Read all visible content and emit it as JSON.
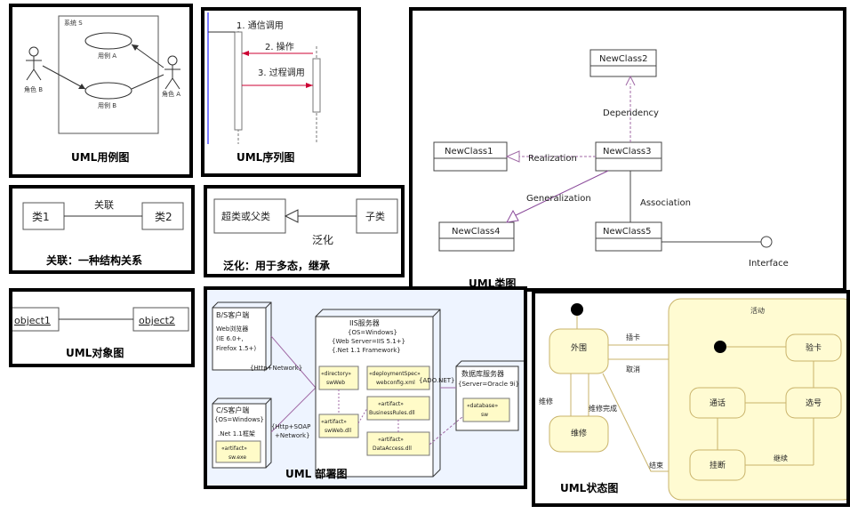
{
  "usecase": {
    "system": "系统 S",
    "case_a": "用例 A",
    "case_b": "用例 B",
    "actor_a": "角色 A",
    "actor_b": "角色 B",
    "caption": "UML用例图"
  },
  "sequence": {
    "msg1": "1. 通信调用",
    "msg2": "2. 操作",
    "msg3": "3. 过程调用",
    "caption": "UML序列图"
  },
  "assoc": {
    "class1": "类1",
    "class2": "类2",
    "label": "关联",
    "caption": "关联：一种结构关系"
  },
  "general": {
    "parent": "超类或父类",
    "child": "子类",
    "label": "泛化",
    "caption": "泛化：用于多态，继承"
  },
  "object": {
    "obj1": "object1",
    "obj2": "object2",
    "caption": "UML对象图"
  },
  "classd": {
    "c2": "NewClass2",
    "c1": "NewClass1",
    "c3": "NewClass3",
    "c4": "NewClass4",
    "c5": "NewClass5",
    "dependency": "Dependency",
    "realization": "Realization",
    "generalization": "Generalization",
    "association": "Association",
    "interface": "Interface",
    "caption": "UML类图"
  },
  "deploy": {
    "bs_title": "B/S客户端",
    "bs_body": [
      "Web浏览器",
      "(IE 6.0+,",
      "Firefox 1.5+)"
    ],
    "cs_title": "C/S客户端",
    "cs_os": "{OS=Windows}",
    "cs_net": ".Net 1.1框架",
    "cs_artifact": "«artifact»",
    "cs_exe": "sw.exe",
    "link1": "{Http+Network}",
    "link2": "{Http+SOAP",
    "link2b": "+Network}",
    "iis_title": "IIS服务器",
    "iis_os": "{OS=Windows}",
    "iis_web": "{Web Server=IIS 5.1+}",
    "iis_net": "{.Net 1.1 Framework}",
    "dir": "«directory»",
    "dir_name": "swWeb",
    "spec": "«deploymentSpec»",
    "spec_name": "webconfig.xml",
    "art1": "«artifact»",
    "art1_name": "swWeb.dll",
    "art2": "«artifact»",
    "art2_name": "BusinessRules.dll",
    "art3": "«artifact»",
    "art3_name": "DataAccess.dll",
    "ado": "{ADO.NET}",
    "db_title": "数据库服务器",
    "db_server": "{Server=Oracle 9i}",
    "db_art": "«database»",
    "db_name": "sw",
    "caption": "UML 部署图"
  },
  "state": {
    "outer": "外围",
    "repair": "维修",
    "activity": "活动",
    "card": "验卡",
    "select": "选号",
    "call": "通话",
    "hangup": "挂断",
    "t_insert": "插卡",
    "t_cancel": "取消",
    "t_repair": "维修",
    "t_repair_done": "维修完成",
    "t_end": "结束",
    "t_continue": "继续",
    "caption": "UML状态图"
  }
}
